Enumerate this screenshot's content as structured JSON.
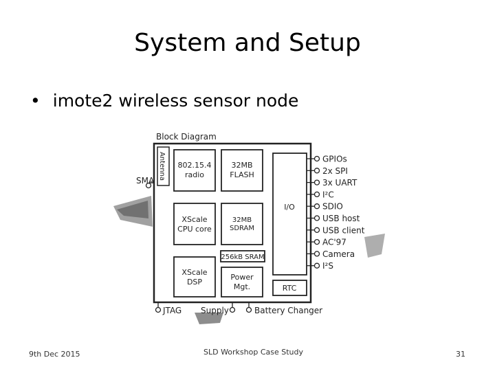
{
  "slide": {
    "title": "System and Setup",
    "bullet": "imote2 wireless sensor node",
    "footer_left": "9th Dec 2015",
    "footer_center": "SLD Workshop Case Study",
    "footer_right": "31"
  },
  "diagram": {
    "heading": "Block Diagram",
    "antenna": "Antenna",
    "sma": "SMA",
    "radio": [
      "802.15.4",
      "radio"
    ],
    "flash": [
      "32MB",
      "FLASH"
    ],
    "cpu": [
      "XScale",
      "CPU core"
    ],
    "sdram": [
      "32MB",
      "SDRAM"
    ],
    "sram": "256kB SRAM",
    "dsp": [
      "XScale",
      "DSP"
    ],
    "power": [
      "Power",
      "Mgt."
    ],
    "io": "I/O",
    "rtc": "RTC",
    "ports": [
      "GPIOs",
      "2x SPI",
      "3x UART",
      "I²C",
      "SDIO",
      "USB host",
      "USB client",
      "AC'97",
      "Camera",
      "I²S"
    ],
    "bottom": [
      "JTAG",
      "Supply",
      "Battery Changer"
    ]
  }
}
